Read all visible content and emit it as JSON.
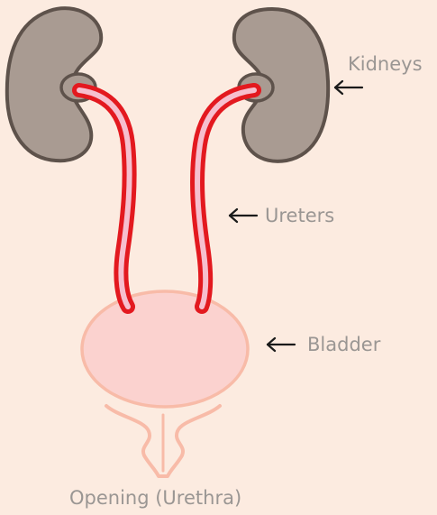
{
  "labels": {
    "kidneys": "Kidneys",
    "ureters": "Ureters",
    "bladder": "Bladder",
    "opening": "Opening (Urethra)"
  },
  "colors": {
    "background": "#fcebe0",
    "kidney_fill": "#a99b92",
    "kidney_outline": "#5e524b",
    "ureter_outer": "#e3191f",
    "ureter_inner": "#f6bfce",
    "bladder_fill": "#fbd2cf",
    "bladder_outline": "#f8bba8",
    "label_text": "#9a9693",
    "arrow": "#1a1a1a"
  },
  "icons": {
    "pointer": "left-arrow-icon"
  }
}
